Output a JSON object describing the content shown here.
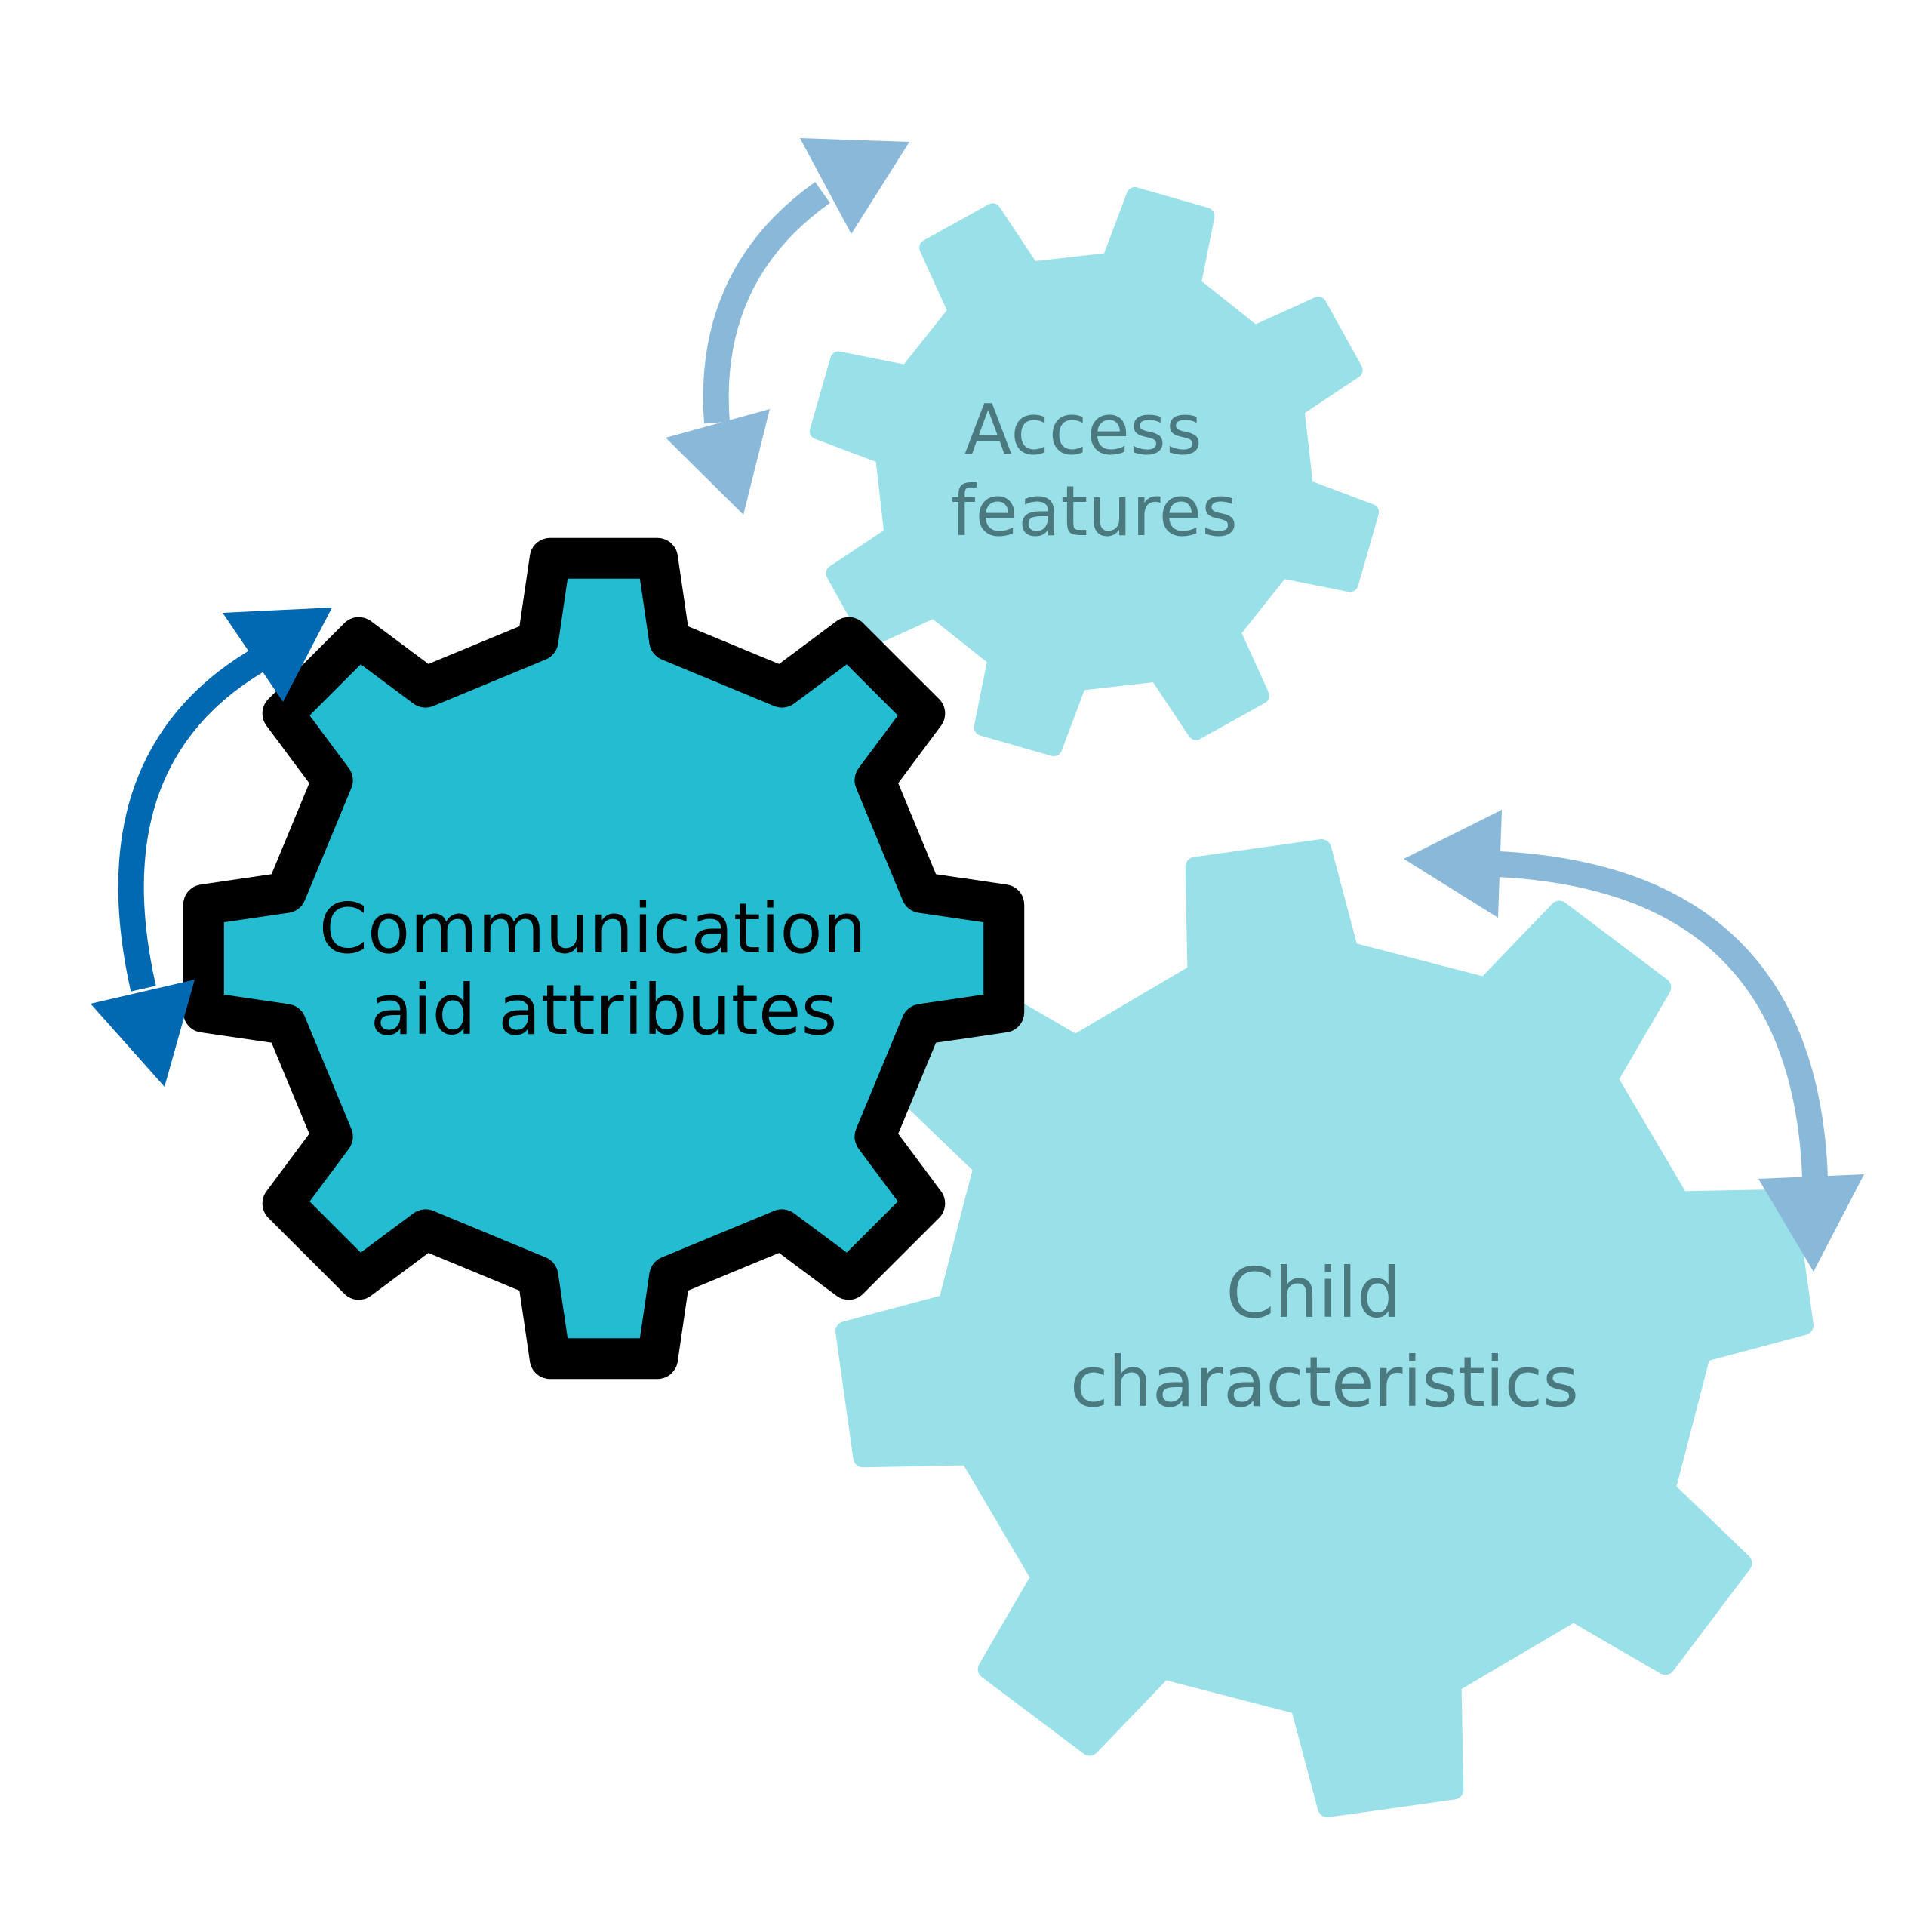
{
  "colors": {
    "communication_gear_fill": "#24BCD1",
    "communication_gear_outline": "#000000",
    "secondary_gear_fill": "#9AE0E8",
    "secondary_label": "#4A7A80",
    "primary_label": "#000000",
    "primary_arrow": "#0169B1",
    "secondary_arrow": "#8AB8D9"
  },
  "gears": {
    "communication": {
      "line1": "Communication",
      "line2": "aid attributes",
      "icon": "gear-icon",
      "highlighted": true
    },
    "access": {
      "line1": "Access",
      "line2": "features",
      "icon": "gear-icon",
      "highlighted": false
    },
    "child": {
      "line1": "Child",
      "line2": "characteristics",
      "icon": "gear-icon",
      "highlighted": false
    }
  },
  "arrows": [
    {
      "name": "communication-rotation",
      "icon": "double-headed-curved-arrow"
    },
    {
      "name": "access-rotation",
      "icon": "double-headed-curved-arrow"
    },
    {
      "name": "child-rotation",
      "icon": "double-headed-curved-arrow"
    }
  ]
}
